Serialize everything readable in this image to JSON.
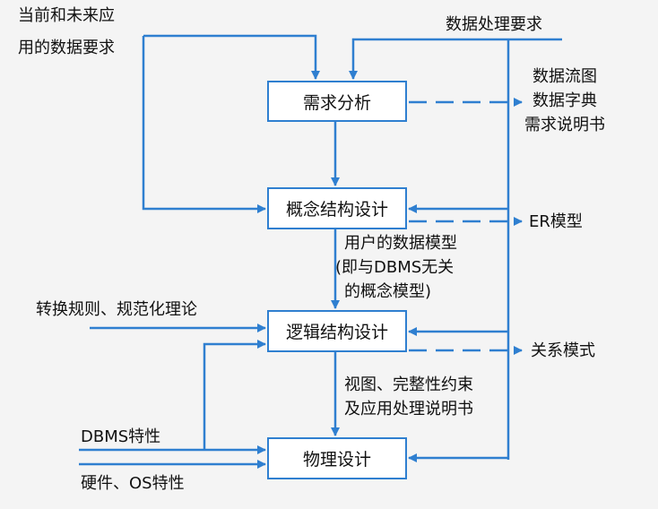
{
  "boxes": {
    "requirements": "需求分析",
    "conceptual": "概念结构设计",
    "logical": "逻辑结构设计",
    "physical": "物理设计"
  },
  "inputs": {
    "current_future_line1": "当前和未来应",
    "current_future_line2": "用的数据要求",
    "processing": "数据处理要求",
    "conversion_rules": "转换规则、规范化理论",
    "dbms_features": "DBMS特性",
    "hardware_os": "硬件、OS特性"
  },
  "outputs": {
    "dfd": "数据流图",
    "dictionary": "数据字典",
    "spec": "需求说明书",
    "er": "ER模型",
    "relational": "关系模式"
  },
  "intermediate": {
    "user_model_line1": "用户的数据模型",
    "user_model_line2": "(即与DBMS无关",
    "user_model_line3": "的概念模型)",
    "views_line1": "视图、完整性约束",
    "views_line2": "及应用处理说明书"
  },
  "colors": {
    "line": "#2f7fd0",
    "box_border": "#2f7fd0",
    "background": "#f4f4f4"
  }
}
